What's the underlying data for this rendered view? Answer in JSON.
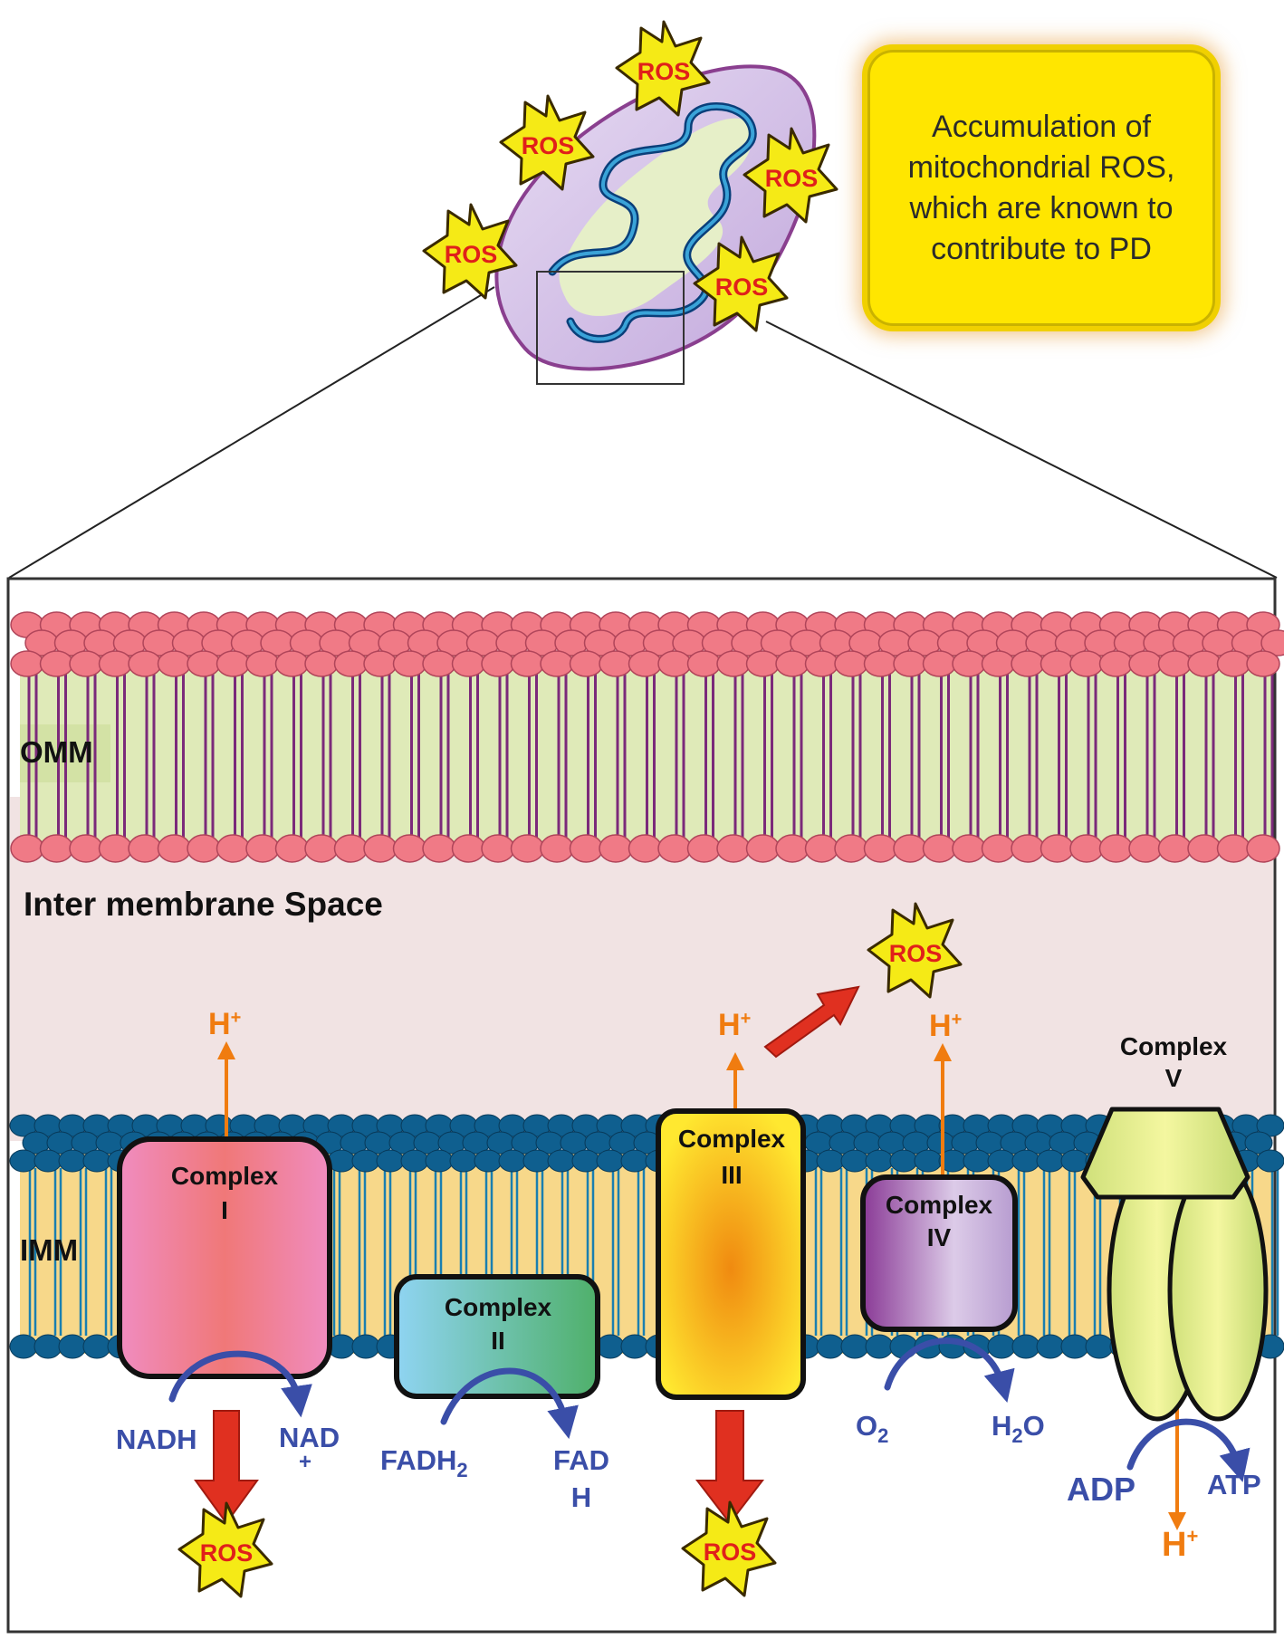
{
  "callout": {
    "text": "Accumulation of mitochondrial ROS, which are known to contribute to PD"
  },
  "ros_label": "ROS",
  "regions": {
    "outer_membrane": "OMM",
    "inner_membrane": "IMM",
    "intermembrane_space": "Inter membrane Space"
  },
  "complexes": [
    {
      "id": "I",
      "line1": "Complex",
      "line2": "I"
    },
    {
      "id": "II",
      "line1": "Complex",
      "line2": "II"
    },
    {
      "id": "III",
      "line1": "Complex",
      "line2": "III"
    },
    {
      "id": "IV",
      "line1": "Complex",
      "line2": "IV"
    },
    {
      "id": "V",
      "line1": "Complex",
      "line2": "V"
    }
  ],
  "proton": {
    "base": "H",
    "sup": "+"
  },
  "reactions": {
    "complex1": {
      "substrate": "NADH",
      "product_base": "NAD",
      "product_sup": "+"
    },
    "complex2": {
      "substrate_base": "FADH",
      "substrate_sub": "2",
      "product_line1": "FAD",
      "product_line2": "H"
    },
    "complex4": {
      "substrate_base": "O",
      "substrate_sub": "2",
      "product_pre": "H",
      "product_sub": "2",
      "product_post": "O"
    },
    "complex5": {
      "substrate": "ADP",
      "product": "ATP"
    }
  },
  "colors": {
    "omm_head": "#f07a86",
    "omm_tail": "#7b2a7a",
    "omm_band": "#dfeab8",
    "imm_head": "#0f5f8f",
    "imm_tail": "#1a7fb0",
    "imm_band": "#f7d88a",
    "intermembrane": "#f1e3e3",
    "proton": "#f07c10",
    "metabolite": "#3a4ea8",
    "ros_star": "#f5ea16",
    "ros_text": "#e0201a",
    "red_arrow": "#e03020"
  }
}
